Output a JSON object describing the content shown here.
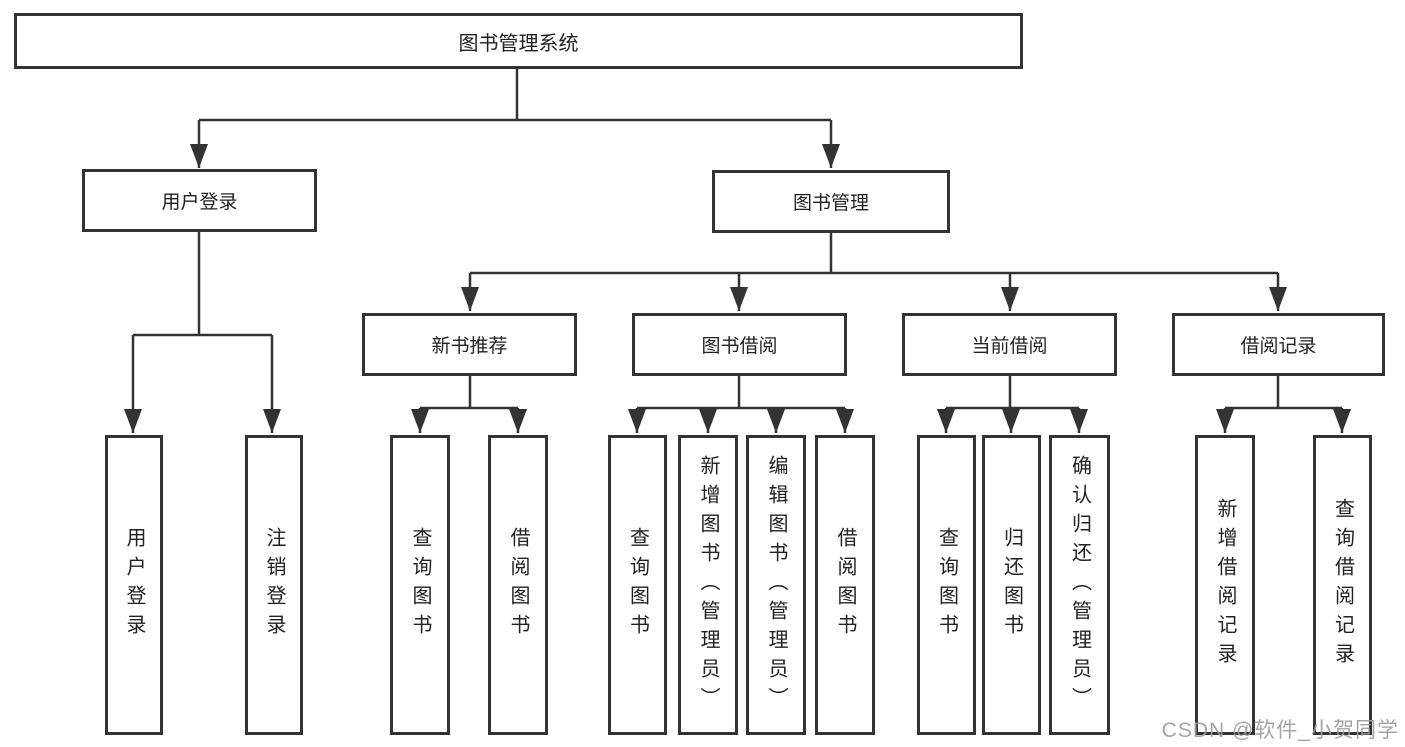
{
  "tree": {
    "root": {
      "label": "图书管理系统"
    },
    "branches": [
      {
        "label": "用户登录",
        "children": [
          {
            "label": "用户登录"
          },
          {
            "label": "注销登录"
          }
        ]
      },
      {
        "label": "图书管理",
        "children": [
          {
            "label": "新书推荐",
            "children": [
              {
                "label": "查询图书"
              },
              {
                "label": "借阅图书"
              }
            ]
          },
          {
            "label": "图书借阅",
            "children": [
              {
                "label": "查询图书"
              },
              {
                "label": "新增图书（管理员）"
              },
              {
                "label": "编辑图书（管理员）"
              },
              {
                "label": "借阅图书"
              }
            ]
          },
          {
            "label": "当前借阅",
            "children": [
              {
                "label": "查询图书"
              },
              {
                "label": "归还图书"
              },
              {
                "label": "确认归还（管理员）"
              }
            ]
          },
          {
            "label": "借阅记录",
            "children": [
              {
                "label": "新增借阅记录"
              },
              {
                "label": "查询借阅记录"
              }
            ]
          }
        ]
      }
    ]
  },
  "watermark": {
    "text": "CSDN @软件_小贺同学"
  },
  "colors": {
    "line": "#333333",
    "box_border": "#333333",
    "text": "#222222",
    "watermark": "#9d9d9d",
    "background": "#ffffff"
  }
}
